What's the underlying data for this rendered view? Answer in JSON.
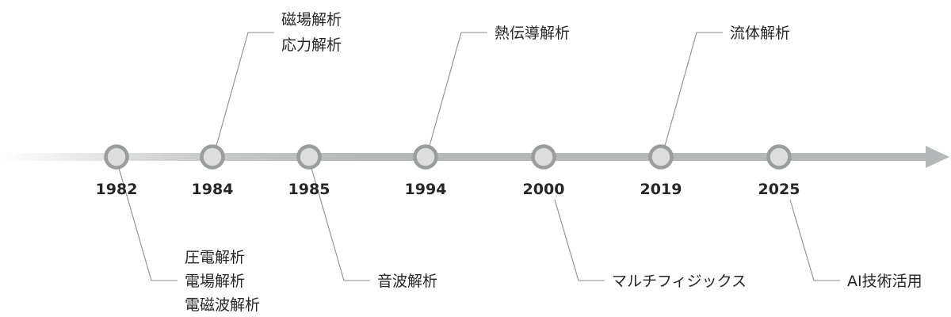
{
  "timeline": {
    "colors": {
      "axis": "#b5b8b8",
      "node_fill": "#dcdddc",
      "node_stroke": "#999d9c",
      "leader": "#8a8e8e",
      "text": "#262626"
    },
    "events": [
      {
        "year": "1982",
        "side": "below",
        "labels": [
          "圧電解析",
          "電場解析",
          "電磁波解析"
        ]
      },
      {
        "year": "1984",
        "side": "above",
        "labels": [
          "磁場解析",
          "応力解析"
        ]
      },
      {
        "year": "1985",
        "side": "below",
        "labels": [
          "音波解析"
        ]
      },
      {
        "year": "1994",
        "side": "above",
        "labels": [
          "熱伝導解析"
        ]
      },
      {
        "year": "2000",
        "side": "below",
        "labels": [
          "マルチフィジックス"
        ]
      },
      {
        "year": "2019",
        "side": "above",
        "labels": [
          "流体解析"
        ]
      },
      {
        "year": "2025",
        "side": "below",
        "labels": [
          "AI技術活用"
        ]
      }
    ]
  }
}
